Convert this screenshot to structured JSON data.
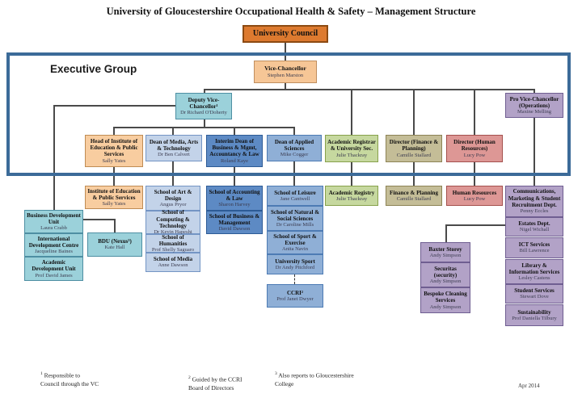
{
  "header": {
    "title": "University of Gloucestershire Occupational Health & Safety – Management Structure"
  },
  "executive_group_label": "Executive Group",
  "date_label": "Apr 2014",
  "colors": {
    "council_orange": "#dd7a2f",
    "peach": "#f8cda0",
    "teal": "#9bd1da",
    "blue_light": "#c3d3e9",
    "blue_mid": "#5d8ac4",
    "blue": "#8fafd6",
    "green": "#c6d89f",
    "tan": "#c4bd97",
    "salmon": "#dd9795",
    "purple": "#b2a2c7",
    "frame_blue": "#3c6b99",
    "connector_gray": "#4a4a4a"
  },
  "nodes": {
    "council": {
      "title": "University Council"
    },
    "vice_chancellor": {
      "title": "Vice-Chancellor",
      "name": "Stephen Marston"
    },
    "deputy_vc": {
      "title": "Deputy Vice-Chancellor¹",
      "name": "Dr Richard O'Doherty"
    },
    "pro_vc": {
      "title": "Pro Vice-Chancellor (Operations)",
      "name": "Maxine Melling"
    },
    "head_institute": {
      "title": "Head of Institute of Education & Public Services",
      "name": "Sally Yates"
    },
    "dean_media": {
      "title": "Dean of Media, Arts & Technology",
      "name": "Dr Ben Calvert"
    },
    "interim_dean": {
      "title": "Interim Dean of Business & Mgmt, Accountancy & Law",
      "name": "Roland Kaye"
    },
    "dean_applied": {
      "title": "Dean of Applied Sciences",
      "name": "Mike Cogger"
    },
    "registrar": {
      "title": "Academic Registrar & University Sec.",
      "name": "Julie Thackray"
    },
    "dir_finance": {
      "title": "Director (Finance & Planning)",
      "name": "Camille Stallard"
    },
    "dir_hr": {
      "title": "Director (Human Resources)",
      "name": "Lucy Pow"
    },
    "business_dev": {
      "title": "Business Development Unit",
      "name": "Laura Crabb"
    },
    "intl_dev": {
      "title": "International Development Centre",
      "name": "Jacqueline Baines"
    },
    "academic_dev": {
      "title": "Academic Development Unit",
      "name": "Prof David James"
    },
    "bdu": {
      "title": "BDU (Nexus³)",
      "name": "Kate Hall"
    },
    "institute_education": {
      "title": "Institute of Education & Public Services",
      "name": "Sally Yates"
    },
    "school_art": {
      "title": "School of Art & Design",
      "name": "Angus Pryor"
    },
    "school_computing": {
      "title": "School of Computing & Technology",
      "name": "Dr Kevin Hapeshi"
    },
    "school_humanities": {
      "title": "School of Humanities",
      "name": "Prof Shelly Saguaro"
    },
    "school_media": {
      "title": "School of Media",
      "name": "Anne Dawson"
    },
    "school_accounting": {
      "title": "School of Accounting & Law",
      "name": "Sharon Harvey"
    },
    "school_business": {
      "title": "School of Business & Management",
      "name": "David Dawson"
    },
    "school_leisure": {
      "title": "School of Leisure",
      "name": "Jane Cantwell"
    },
    "school_natural": {
      "title": "School of Natural & Social Sciences",
      "name": "Dr Caroline Mills"
    },
    "school_sport": {
      "title": "School of Sport & Exercise",
      "name": "Anita Navin"
    },
    "university_sport": {
      "title": "University Sport",
      "name": "Dr Andy Pitchford"
    },
    "ccri": {
      "title": "CCRI²",
      "name": "Prof Janet Dwyer"
    },
    "academic_registry": {
      "title": "Academic Registry",
      "name": "Julie Thackray"
    },
    "finance_planning": {
      "title": "Finance & Planning",
      "name": "Camille Stallard"
    },
    "human_resources": {
      "title": "Human Resources",
      "name": "Lucy Pow"
    },
    "communications": {
      "title": "Communications, Marketing & Student Recruitment Dept.",
      "name": "Penny Eccles"
    },
    "estates": {
      "title": "Estates Dept.",
      "name": "Nigel Wichall"
    },
    "ict": {
      "title": "ICT Services",
      "name": "Bill Lawrence"
    },
    "library": {
      "title": "Library & Information Services",
      "name": "Lesley Castens"
    },
    "student_services": {
      "title": "Student Services",
      "name": "Stewart Dove"
    },
    "sustainability": {
      "title": "Sustainability",
      "name": "Prof Daniella Tilbury"
    },
    "baxter": {
      "title": "Baxter Storey",
      "name": "Andy Simpson"
    },
    "securitas": {
      "title": "Securitas (security)",
      "name": "Andy Simpson"
    },
    "bespoke": {
      "title": "Bespoke Cleaning Services",
      "name": "Andy Simpson"
    }
  },
  "footnotes": [
    {
      "sup": "1",
      "line1": "Responsible to",
      "line2": "Council through the VC"
    },
    {
      "sup": "2",
      "line1": "Guided by the CCRI",
      "line2": "Board of Directors"
    },
    {
      "sup": "3",
      "line1": "Also reports to Gloucestershire",
      "line2": "College"
    }
  ]
}
